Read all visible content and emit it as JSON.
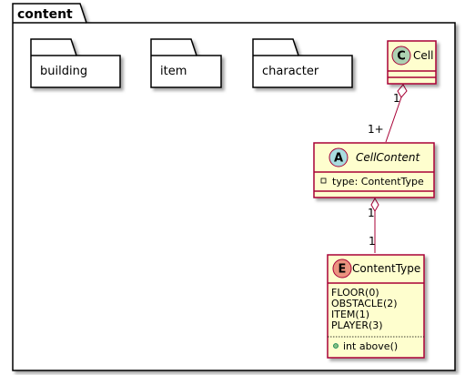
{
  "package": {
    "name": "content"
  },
  "subpackages": [
    {
      "name": "building"
    },
    {
      "name": "item"
    },
    {
      "name": "character"
    }
  ],
  "classes": {
    "cell": {
      "stereotype_letter": "C",
      "name": "Cell"
    },
    "cell_content": {
      "stereotype_letter": "A",
      "name": "CellContent",
      "fields": [
        "type: ContentType"
      ]
    },
    "content_type": {
      "stereotype_letter": "E",
      "name": "ContentType",
      "values": [
        "FLOOR(0)",
        "OBSTACLE(2)",
        "ITEM(1)",
        "PLAYER(3)"
      ],
      "methods": [
        "int above()"
      ]
    }
  },
  "relations": [
    {
      "from": "Cell",
      "to": "CellContent",
      "from_multiplicity": "1",
      "to_multiplicity": "1+"
    },
    {
      "from": "CellContent",
      "to": "ContentType",
      "from_multiplicity": "1",
      "to_multiplicity": "1"
    }
  ],
  "colors": {
    "class_fill": "#FEFECE",
    "class_border": "#A80036",
    "class_badge": "#ADD1B2",
    "abstract_badge": "#A9DCDF",
    "enum_badge": "#EB937F"
  }
}
